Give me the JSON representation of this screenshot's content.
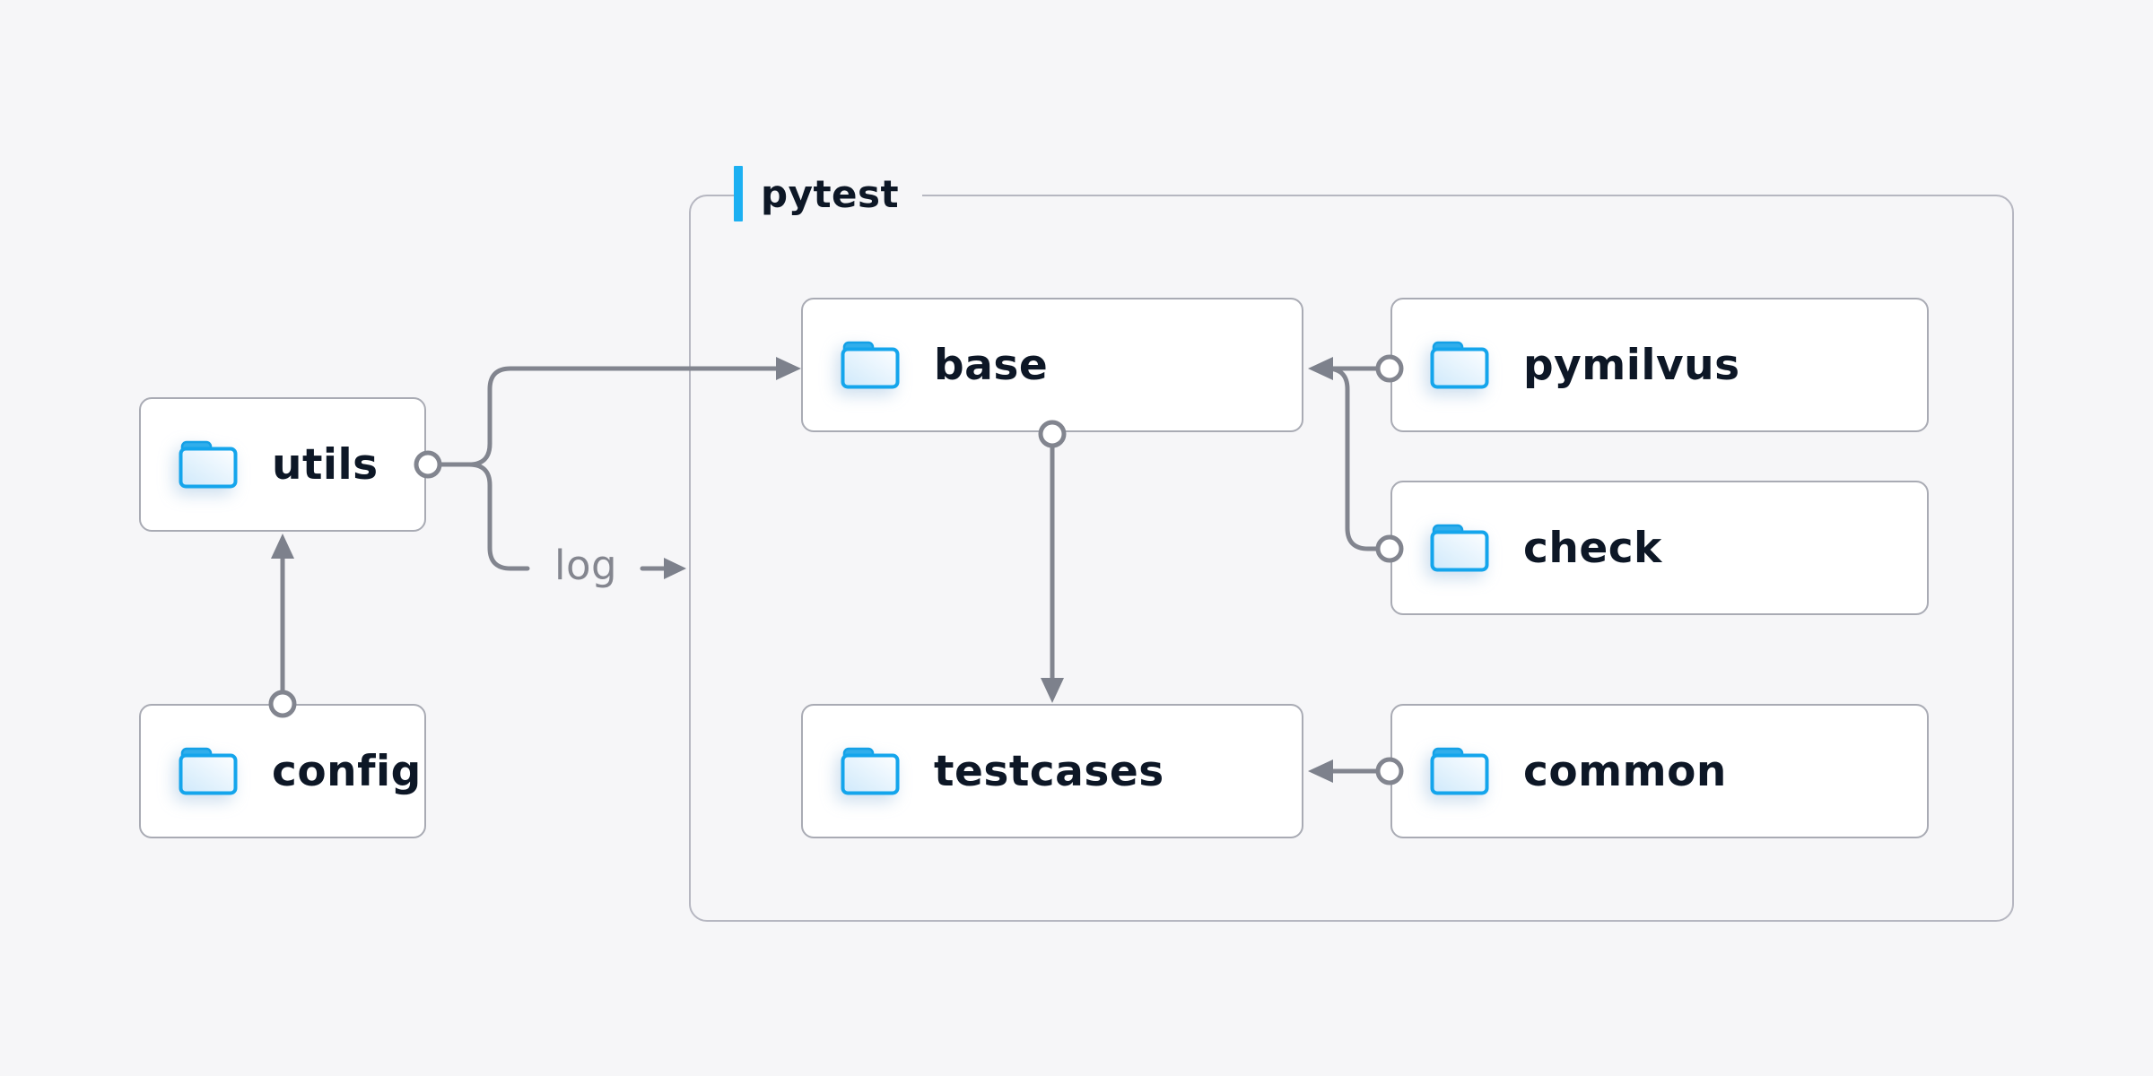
{
  "diagram": {
    "group_label": "pytest",
    "log_label": "log",
    "nodes": {
      "utils": "utils",
      "config": "config",
      "base": "base",
      "pymilvus": "pymilvus",
      "check": "check",
      "testcases": "testcases",
      "common": "common"
    },
    "edges": [
      {
        "from": "config",
        "to": "utils"
      },
      {
        "from": "utils",
        "to": "base"
      },
      {
        "from": "utils",
        "to": "log"
      },
      {
        "from": "pymilvus",
        "to": "base"
      },
      {
        "from": "check",
        "to": "base"
      },
      {
        "from": "base",
        "to": "testcases"
      },
      {
        "from": "common",
        "to": "testcases"
      }
    ],
    "icons": {
      "folder": "folder-icon"
    },
    "colors": {
      "background": "#f6f6f8",
      "node_background": "#ffffff",
      "node_border": "#a9abb4",
      "group_border": "#b6b7c1",
      "connector": "#82858f",
      "arrowhead": "#7d818c",
      "label_text": "#0d1726",
      "muted_text": "#84868f",
      "accent_blue": "#1cb0f2",
      "folder_stroke": "#14a5ec",
      "folder_tab": "#31aeeb",
      "folder_fill_light": "#fdfeff",
      "folder_fill_dark": "#cfe9fb"
    }
  }
}
